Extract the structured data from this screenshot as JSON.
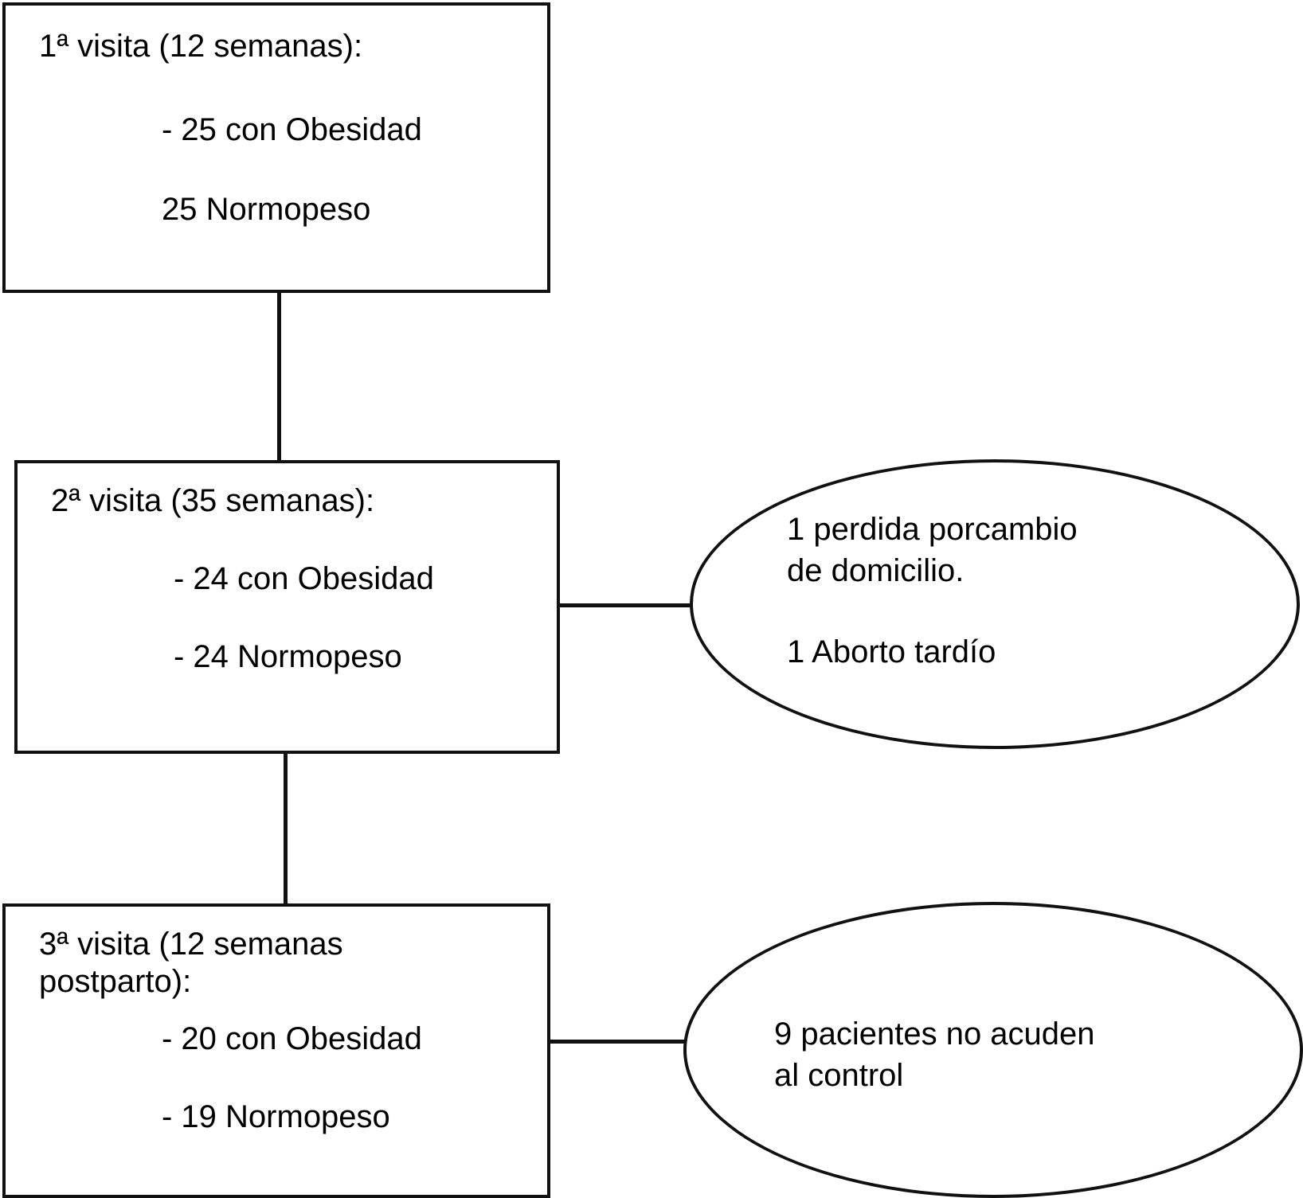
{
  "diagram": {
    "title": "Flujo de visitas del estudio",
    "stroke_color": "#111111",
    "background_color": "#ffffff",
    "nodes": [
      {
        "id": "visita-1",
        "shape": "rectangle",
        "heading": "1ª visita (12 semanas):",
        "items": [
          "- 25 con Obesidad",
          "25 Normopeso"
        ]
      },
      {
        "id": "visita-2",
        "shape": "rectangle",
        "heading": "2ª visita (35 semanas):",
        "items": [
          "- 24 con Obesidad",
          "- 24 Normopeso"
        ]
      },
      {
        "id": "visita-3",
        "shape": "rectangle",
        "heading": "3ª visita (12 semanas postparto):",
        "items": [
          "- 20 con Obesidad",
          "- 19 Normopeso"
        ]
      },
      {
        "id": "perdidas-1",
        "shape": "ellipse",
        "lines": [
          "1 perdida porcambio",
          "de domicilio.",
          "",
          "1 Aborto tardío"
        ]
      },
      {
        "id": "perdidas-2",
        "shape": "ellipse",
        "lines": [
          "9 pacientes no acuden",
          "al control"
        ]
      }
    ],
    "edges": [
      {
        "id": "edge-v1-v2",
        "from": "visita-1",
        "to": "visita-2",
        "orientation": "vertical"
      },
      {
        "id": "edge-v2-v3",
        "from": "visita-2",
        "to": "visita-3",
        "orientation": "vertical"
      },
      {
        "id": "edge-v2-perdidas1",
        "from": "visita-2",
        "to": "perdidas-1",
        "orientation": "horizontal"
      },
      {
        "id": "edge-v3-perdidas2",
        "from": "visita-3",
        "to": "perdidas-2",
        "orientation": "horizontal"
      }
    ]
  },
  "visita1": {
    "heading": "1ª visita (12 semanas):",
    "item1": "- 25 con Obesidad",
    "item2": "25 Normopeso"
  },
  "visita2": {
    "heading": "2ª visita (35 semanas):",
    "item1": "- 24 con Obesidad",
    "item2": "- 24 Normopeso"
  },
  "visita3": {
    "heading": "3ª visita (12 semanas postparto):",
    "item1": "- 20 con Obesidad",
    "item2": "- 19 Normopeso"
  },
  "perdidas1": {
    "line1": "1 perdida porcambio",
    "line2": "de domicilio.",
    "line3": "1 Aborto tardío"
  },
  "perdidas2": {
    "line1": "9 pacientes no acuden",
    "line2": "al control"
  }
}
